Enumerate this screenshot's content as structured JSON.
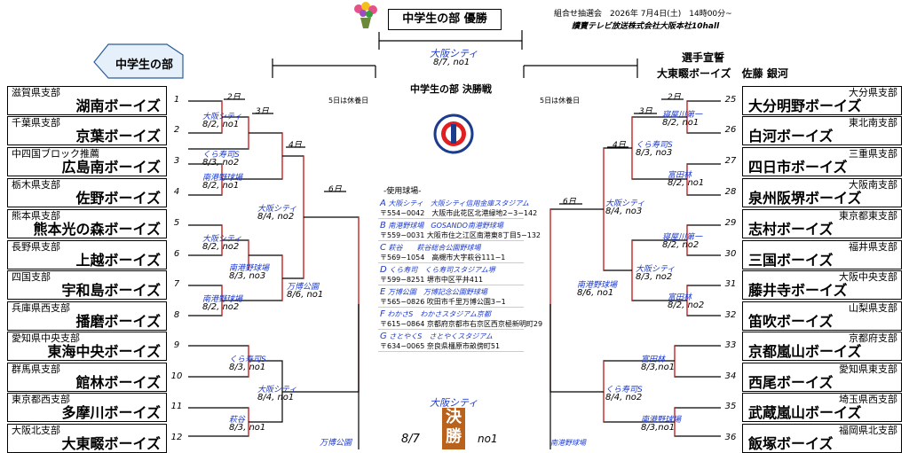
{
  "header": {
    "title": "中学生の部 優勝",
    "draw_label": "組合せ抽選会　2026年 7月4日(土)　14時00分~",
    "draw_place": "讀賣テレビ放送株式会社大阪本社10hall",
    "division_label": "中学生の部",
    "champion_venue": "大阪シティ",
    "champion_date": "8/7, no1",
    "final_label": "中学生の部 決勝戦",
    "captain_title": "選手宣誓",
    "captain_name": "大東畷ボーイズ　佐藤 銀河",
    "rest_left": "5日は休養日",
    "rest_right": "5日は休養日",
    "final_venue": "大阪シティ",
    "final_date": "8/7",
    "final_no": "no1",
    "final_banner": "決勝",
    "bottom_left_venue": "万博公園",
    "bottom_right_venue": "南港野球場"
  },
  "teams_left": [
    {
      "num": "1",
      "pref": "滋賀県支部",
      "name": "湖南ボーイズ"
    },
    {
      "num": "2",
      "pref": "千葉県支部",
      "name": "京葉ボーイズ"
    },
    {
      "num": "3",
      "pref": "中四国ブロック推薦",
      "name": "広島南ボーイズ"
    },
    {
      "num": "4",
      "pref": "栃木県支部",
      "name": "佐野ボーイズ"
    },
    {
      "num": "5",
      "pref": "熊本県支部",
      "name": "熊本光の森ボーイズ"
    },
    {
      "num": "6",
      "pref": "長野県支部",
      "name": "上越ボーイズ"
    },
    {
      "num": "7",
      "pref": "四国支部",
      "name": "宇和島ボーイズ"
    },
    {
      "num": "8",
      "pref": "兵庫県西支部",
      "name": "播磨ボーイズ"
    },
    {
      "num": "9",
      "pref": "愛知県中央支部",
      "name": "東海中央ボーイズ"
    },
    {
      "num": "10",
      "pref": "群馬県支部",
      "name": "館林ボーイズ"
    },
    {
      "num": "11",
      "pref": "東京都西支部",
      "name": "多摩川ボーイズ"
    },
    {
      "num": "12",
      "pref": "大阪北支部",
      "name": "大東畷ボーイズ"
    }
  ],
  "teams_right": [
    {
      "num": "25",
      "pref": "大分県支部",
      "name": "大分明野ボーイズ"
    },
    {
      "num": "26",
      "pref": "東北南支部",
      "name": "白河ボーイズ"
    },
    {
      "num": "27",
      "pref": "三重県支部",
      "name": "四日市ボーイズ"
    },
    {
      "num": "28",
      "pref": "大阪南支部",
      "name": "泉州阪堺ボーイズ"
    },
    {
      "num": "29",
      "pref": "東京都東支部",
      "name": "志村ボーイズ"
    },
    {
      "num": "30",
      "pref": "福井県支部",
      "name": "三国ボーイズ"
    },
    {
      "num": "31",
      "pref": "大阪中央支部",
      "name": "藤井寺ボーイズ"
    },
    {
      "num": "32",
      "pref": "山梨県支部",
      "name": "笛吹ボーイズ"
    },
    {
      "num": "33",
      "pref": "京都府支部",
      "name": "京都嵐山ボーイズ"
    },
    {
      "num": "34",
      "pref": "愛知県東支部",
      "name": "西尾ボーイズ"
    },
    {
      "num": "35",
      "pref": "埼玉県西支部",
      "name": "武蔵嵐山ボーイズ"
    },
    {
      "num": "36",
      "pref": "福岡県北支部",
      "name": "飯塚ボーイズ"
    }
  ],
  "round_labels": {
    "l_2": "2日",
    "l_3": "3日",
    "l_4": "4日",
    "l_6": "6日",
    "r_2": "2日",
    "r_3": "3日",
    "r_4": "4日",
    "r_6": "6日"
  },
  "games_left": [
    {
      "venue": "大阪シティ",
      "date": "8/2, no1"
    },
    {
      "venue": "くら寿司S",
      "date": "8/3, no2"
    },
    {
      "venue": "南港野球場",
      "date": "8/2, no1"
    },
    {
      "venue": "大阪シティ",
      "date": "8/4, no2"
    },
    {
      "venue": "大阪シティ",
      "date": "8/2, no2"
    },
    {
      "venue": "南港野球場",
      "date": "8/3, no3"
    },
    {
      "venue": "南港野球場",
      "date": "8/2, no2"
    },
    {
      "venue": "万博公園",
      "date": "8/6, no1"
    },
    {
      "venue": "くら寿司S",
      "date": "8/3, no1"
    },
    {
      "venue": "大阪シティ",
      "date": "8/4, no1"
    },
    {
      "venue": "萩谷",
      "date": "8/3, no1"
    }
  ],
  "games_right": [
    {
      "venue": "寝屋川第一",
      "date": "8/2, no1"
    },
    {
      "venue": "くら寿司S",
      "date": "8/3, no3"
    },
    {
      "venue": "富田林",
      "date": "8/2, no1"
    },
    {
      "venue": "大阪シティ",
      "date": "8/4, no3"
    },
    {
      "venue": "寝屋川第一",
      "date": "8/2, no2"
    },
    {
      "venue": "大阪シティ",
      "date": "8/3, no2"
    },
    {
      "venue": "富田林",
      "date": "8/2, no2"
    },
    {
      "venue": "南港野球場",
      "date": "8/6, no1"
    },
    {
      "venue": "富田林",
      "date": "8/3,no1"
    },
    {
      "venue": "くら寿司S",
      "date": "8/4, no2"
    },
    {
      "venue": "南港野球場",
      "date": "8/3,no1"
    }
  ],
  "venues": {
    "heading": "-使用球場-",
    "items": [
      {
        "code": "A",
        "name": "大阪シティ　大阪シティ信用金庫スタジアム",
        "addr": "〒554−0042　大阪市此花区北港緑地2−3−142"
      },
      {
        "code": "B",
        "name": "南港野球場　GOSANDO南港野球場",
        "addr": "〒559−0031 大阪市住之江区南港東8丁目5−132"
      },
      {
        "code": "C",
        "name": "萩谷　　萩谷総合公園野球場",
        "addr": "〒569−1054　高槻市大字萩谷111−1"
      },
      {
        "code": "D",
        "name": "くら寿司　くら寿司スタジアム堺",
        "addr": "〒599−8251 堺市中区平井411"
      },
      {
        "code": "E",
        "name": "万博公園　万博記念公園野球場",
        "addr": "〒565−0826 吹田市千里万博公園3−1"
      },
      {
        "code": "F",
        "name": "わかさS　わかさスタジアム京都",
        "addr": "〒615−0864 京都府京都市右京区西京極新明町29"
      },
      {
        "code": "G",
        "name": "さとやくS　さとやくスタジアム",
        "addr": "〒634−0065 奈良県橿原市畝傍町51"
      }
    ]
  },
  "colors": {
    "accent": "#1a3ad0",
    "red": "#e02020",
    "banner": "#b8621c"
  }
}
